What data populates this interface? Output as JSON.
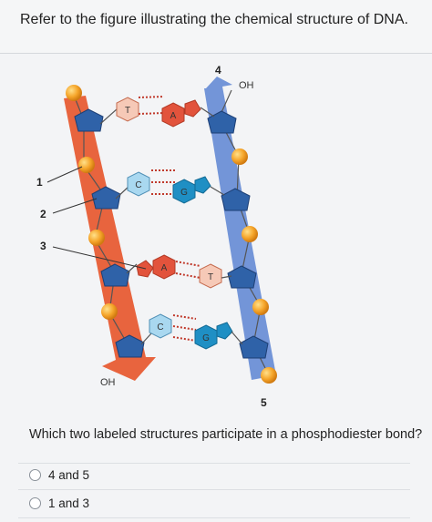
{
  "prompt": "Refer to the figure illustrating the chemical structure of DNA.",
  "figure": {
    "numbers": {
      "n1": "1",
      "n2": "2",
      "n3": "3",
      "n4": "4",
      "n5": "5"
    },
    "oh_top": "OH",
    "oh_bottom": "OH",
    "bases": {
      "t1": "T",
      "a1": "A",
      "c1": "C",
      "g1": "G",
      "a2": "A",
      "t2": "T",
      "c2": "C",
      "g2": "G"
    },
    "colors": {
      "left_strand": "#e8643e",
      "right_strand": "#6b8fd6",
      "sugar": "#2f62a8",
      "phosphate": "#f2a02a",
      "thymine": "#f6c9b7",
      "adenine": "#e2533c",
      "cytosine": "#a9d8f0",
      "guanine": "#1f8fc4"
    }
  },
  "question": "Which two labeled structures participate in a phosphodiester bond?",
  "options": [
    {
      "label": "4 and 5"
    },
    {
      "label": "1 and 3"
    }
  ]
}
